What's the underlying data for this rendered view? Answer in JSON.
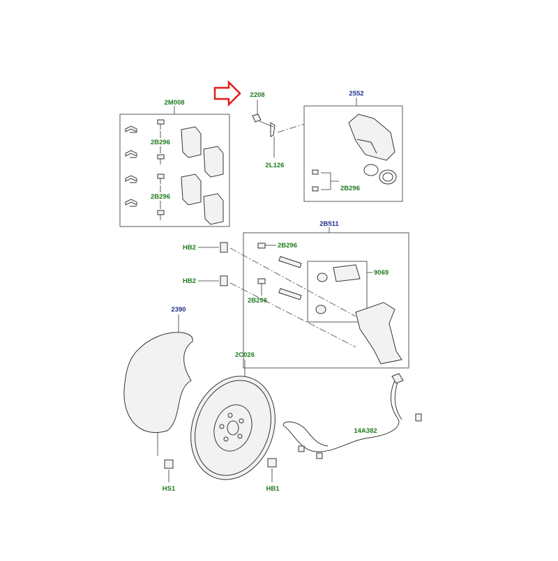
{
  "colors": {
    "label_green": "#1f7a1f",
    "label_blue": "#1e2f8a",
    "arrow_red": "#e01b1b",
    "line": "#333333"
  },
  "labels": {
    "kit_2m008": "2M008",
    "pad_bolt_top": "2B296",
    "pad_bolt_bottom": "2B296",
    "bleed_screw": "2208",
    "bleed_cap": "2L126",
    "caliper": "2552",
    "caliper_bolts": "2B296",
    "carrier_kit": "2B511",
    "carrier_bolt_top": "2B296",
    "carrier_bolt_bottom": "2B296",
    "guide_kit": "9069",
    "hub_bolt_top": "HB2",
    "hub_bolt_bottom": "HB2",
    "shield": "2390",
    "disc": "2C026",
    "sensor": "14A382",
    "shield_screw": "HS1",
    "disc_screw": "HB1"
  }
}
